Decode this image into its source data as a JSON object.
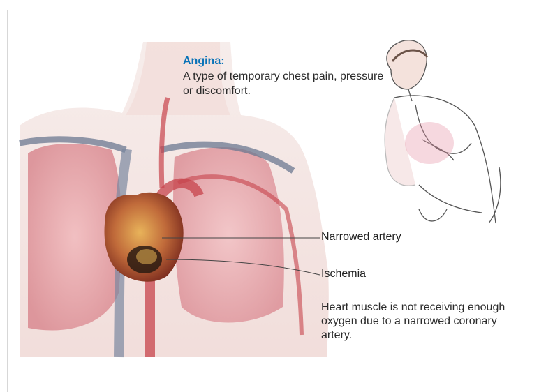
{
  "heading": {
    "title": "Angina:",
    "description": "A type of temporary chest pain, pressure or discomfort."
  },
  "labels": {
    "narrowed_artery": "Narrowed artery",
    "ischemia": "Ischemia"
  },
  "note": "Heart muscle is not receiving enough oxygen due to a narrowed coronary artery.",
  "colors": {
    "title_blue": "#0a73b8",
    "skin": "#f3e6e2",
    "lung": "#e7a7ad",
    "vein": "#6b7890",
    "artery": "#c7434b",
    "heart": "#c06a3a"
  }
}
